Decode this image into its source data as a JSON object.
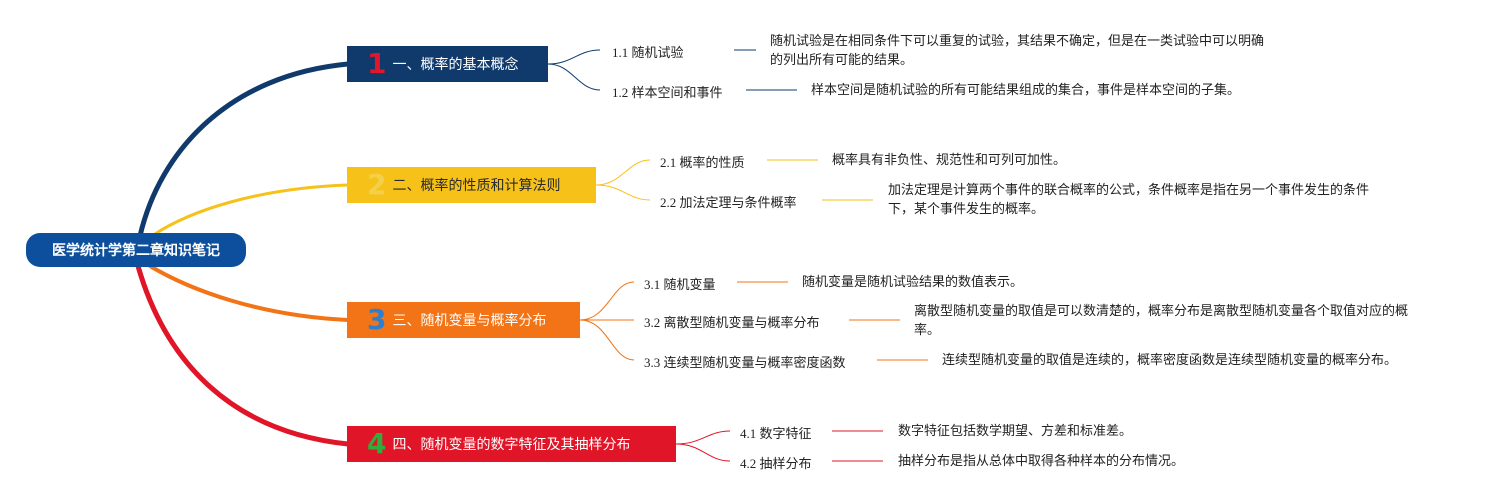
{
  "root": {
    "title": "医学统计学第二章知识笔记"
  },
  "colors": {
    "root_bg": "#0d4f9c",
    "b1_bg": "#0f3a6b",
    "b1_num": "#e0162b",
    "b2_bg": "#f6c21a",
    "b2_num": "#f4d04a",
    "b3_bg": "#f27416",
    "b3_num": "#2d7fd1",
    "b4_bg": "#e01527",
    "b4_num": "#2fae3c"
  },
  "branches": [
    {
      "num": "1",
      "label": "一、概率的基本概念",
      "subs": [
        {
          "code": "1.1",
          "title": "随机试验",
          "desc": "随机试验是在相同条件下可以重复的试验，其结果不确定，但是在一类试验中可以明确的列出所有可能的结果。"
        },
        {
          "code": "1.2",
          "title": "样本空间和事件",
          "desc": "样本空间是随机试验的所有可能结果组成的集合，事件是样本空间的子集。"
        }
      ]
    },
    {
      "num": "2",
      "label": "二、概率的性质和计算法则",
      "subs": [
        {
          "code": "2.1",
          "title": "概率的性质",
          "desc": "概率具有非负性、规范性和可列可加性。"
        },
        {
          "code": "2.2",
          "title": "加法定理与条件概率",
          "desc": "加法定理是计算两个事件的联合概率的公式，条件概率是指在另一个事件发生的条件下，某个事件发生的概率。"
        }
      ]
    },
    {
      "num": "3",
      "label": "三、随机变量与概率分布",
      "subs": [
        {
          "code": "3.1",
          "title": "随机变量",
          "desc": "随机变量是随机试验结果的数值表示。"
        },
        {
          "code": "3.2",
          "title": "离散型随机变量与概率分布",
          "desc": "离散型随机变量的取值是可以数清楚的，概率分布是离散型随机变量各个取值对应的概率。"
        },
        {
          "code": "3.3",
          "title": "连续型随机变量与概率密度函数",
          "desc": "连续型随机变量的取值是连续的，概率密度函数是连续型随机变量的概率分布。"
        }
      ]
    },
    {
      "num": "4",
      "label": "四、随机变量的数字特征及其抽样分布",
      "subs": [
        {
          "code": "4.1",
          "title": "数字特征",
          "desc": "数字特征包括数学期望、方差和标准差。"
        },
        {
          "code": "4.2",
          "title": "抽样分布",
          "desc": "抽样分布是指从总体中取得各种样本的分布情况。"
        }
      ]
    }
  ]
}
